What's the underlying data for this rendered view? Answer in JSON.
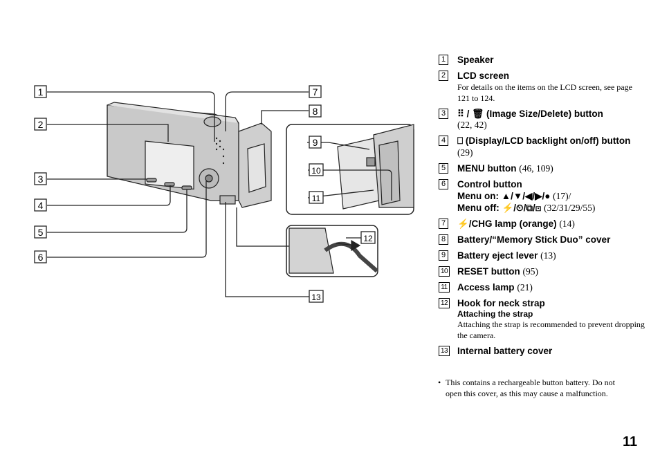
{
  "figure_labels": [
    "1",
    "2",
    "3",
    "4",
    "5",
    "6",
    "7",
    "8",
    "9",
    "10",
    "11",
    "12",
    "13"
  ],
  "items": [
    {
      "num": "1",
      "title": "Speaker"
    },
    {
      "num": "2",
      "title": "LCD screen",
      "desc": "For details on the items on the LCD screen, see page 121 to 124."
    },
    {
      "num": "3",
      "title": "(Image Size/Delete) button",
      "pages": "(22, 42)",
      "prefix": "⠿ / 🗑"
    },
    {
      "num": "4",
      "title": "(Display/LCD backlight on/off) button",
      "pages": "(29)",
      "prefix": "⎕"
    },
    {
      "num": "5",
      "title": "MENU button",
      "pages": "(46, 109)"
    },
    {
      "num": "6",
      "title": "Control button",
      "line2": "Menu on: ▲/▼/◀/▶/●",
      "line2pages": "(17)/",
      "line3": "Menu off: ⚡/⏲/⧉/⊡",
      "line3pages": "(32/31/29/55)"
    },
    {
      "num": "7",
      "title": "⚡/CHG lamp (orange)",
      "pages": "(14)"
    },
    {
      "num": "8",
      "title": "Battery/“Memory Stick Duo” cover"
    },
    {
      "num": "9",
      "title": "Battery eject lever",
      "pages": "(13)"
    },
    {
      "num": "10",
      "title": "RESET button",
      "pages": "(95)"
    },
    {
      "num": "11",
      "title": "Access lamp",
      "pages": "(21)"
    },
    {
      "num": "12",
      "title": "Hook for neck strap",
      "subtitle": "Attaching the strap",
      "desc": "Attaching the strap is recommended to prevent dropping the camera."
    },
    {
      "num": "13",
      "title": "Internal battery cover"
    }
  ],
  "note": {
    "bullet": "•",
    "text": "This contains a rechargeable button battery. Do not open this cover, as this may cause a malfunction."
  },
  "page_number": "11"
}
